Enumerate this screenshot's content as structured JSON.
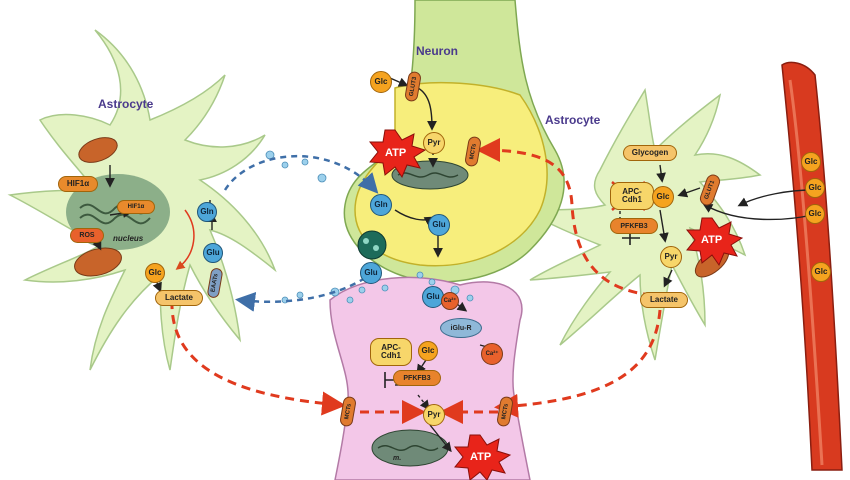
{
  "titles": {
    "neuron": "Neuron",
    "astrocyte_left": "Astrocyte",
    "astrocyte_right": "Astrocyte"
  },
  "colors": {
    "astro_fill": "#e4f3c4",
    "neuron_top": "#f7ee7c",
    "neuron_post": "#f3c7e8",
    "vessel": "#d83a1f",
    "arrow_red": "#e03a1e",
    "arrow_blue": "#3f6fa8",
    "label_purple": "#4a3a8c",
    "metab_orange": "#f5a31f",
    "atp_red": "#e8241a",
    "transporter": "#e07b2f",
    "glu_blue": "#4da6d9"
  },
  "left_astrocyte": {
    "hif": "HIF1α",
    "hif_nucleus": "HIF1α",
    "nucleus": "nucleus",
    "ros": "ROS",
    "glc": "Glc",
    "lactate": "Lactate",
    "eaats": "EAATs",
    "gln": "Gln",
    "glu": "Glu"
  },
  "neuron": {
    "glc": "Glc",
    "glut3": "GLUT3",
    "pyr_top": "Pyr",
    "mcts_top": "MCTs",
    "atp_top": "ATP",
    "gln": "Gln",
    "glu_pre": "Glu",
    "glu_cleft": "Glu",
    "glu_post": "Glu",
    "ca_top": "Ca²⁺",
    "iglur": "iGlu-R",
    "ca_bottom": "Ca²⁺",
    "apc_cdh1": "APC-\nCdh1",
    "glc_post": "Glc",
    "pfkfb3": "PFKFB3",
    "mcts_left": "MCTs",
    "mcts_right": "MCTs",
    "pyr_bottom": "Pyr",
    "mito_label": "m.",
    "atp_bottom": "ATP"
  },
  "right_astrocyte": {
    "glycogen": "Glycogen",
    "apc_cdh1": "APC-\nCdh1",
    "glc": "Glc",
    "glut1": "GLUT1",
    "pfkfb3": "PFKFB3",
    "atp": "ATP",
    "pyr": "Pyr",
    "lactate": "Lactate"
  },
  "vessel": {
    "glc_items": [
      "Glc",
      "Glc",
      "Glc",
      "Glc"
    ]
  }
}
